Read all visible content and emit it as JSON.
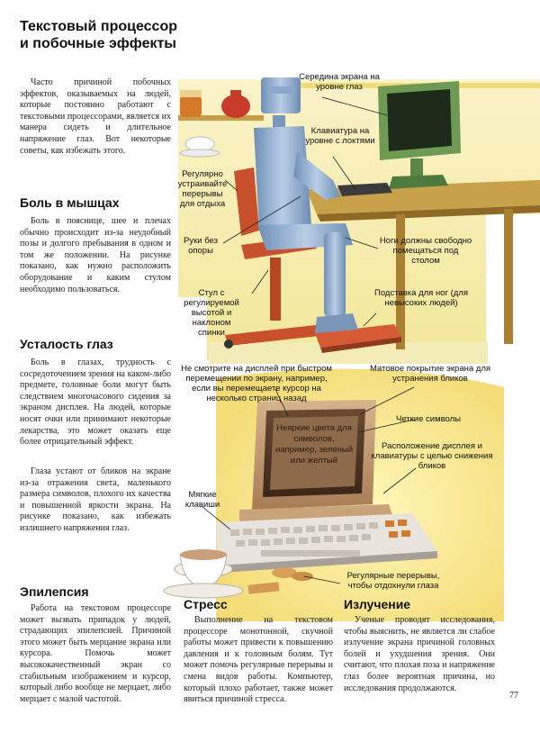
{
  "page_number": "77",
  "intro": {
    "title": "Текстовый процессор и побочные эффекты",
    "body": "Часто причиной побочных эффектов, оказываемых на людей, которые постоянно работают с текстовыми процессорами, является их манера сидеть и длительное напряжение глаз. Вот некоторые советы, как избежать этого."
  },
  "muscles": {
    "title": "Боль в мышцах",
    "body": "Боль в пояснице, шее и плечах обычно происходит из-за неудобный позы и долгого пребывания в одном и том же положении. На рисунке показано, как нужно расположить оборудование и каким стулом необходимо пользоваться."
  },
  "eyes": {
    "title": "Усталость глаз",
    "body1": "Боль в глазах, трудность с сосредоточением зрения на каком-либо предмете, головные боли могут быть следствием многочасового сидения за экраном дисплея. На людей, которые носят очки или принимают некоторые лекарства, это может оказать еще более отрицательный эффект.",
    "body2": "Глаза устают от бликов на экране из-за отражения света, маленького размера символов, плохого их качества и повышенной яркости экрана. На рисунке показано, как избежать излишнего напряжения глаз."
  },
  "epilepsy": {
    "title": "Эпилепсия",
    "body": "Работа на текстовом процессоре может вызвать припадок у людей, страдающих эпилепсией. Причиной этого может быть мерцание экрана или курсора. Помочь может высококачественный экран со стабильным изображением и курсор, который либо вообще не мерцает, либо мерцает с малой частотой."
  },
  "stress": {
    "title": "Стресс",
    "body": "Выполнение на текстовом процессоре монотонной, скучной работы может привести к повышению давления и к головным болям. Тут может помочь регулярные перерывы и смена видов работы. Компьютер, который плохо работает, также может явиться причиной стресса."
  },
  "radiation": {
    "title": "Излучение",
    "body": "Ученые проводят исследования, чтобы выяснить, не является ли слабое излучение экрана причиной головных болей и ухудшения зрения. Они считают, что плохая поза и напряжение глаз более вероятная причина, но исследования продолжаются."
  },
  "labels": {
    "screen_mid": "Середина экрана на уровне глаз",
    "keyboard_level": "Клавиатура на уровне с локтями",
    "breaks": "Регулярно устраивайте перерывы для отдыха",
    "arms": "Руки без опоры",
    "legs": "Ноги должны свободно помещаться под столом",
    "chair": "Стул с регулируемой высотой и наклоном спинки",
    "footrest": "Подставка для ног (для невысоких людей)",
    "dont_look": "Не смотрите на дисплей при быстром перемещении по экрану, например, если вы перемещаете курсор на несколько страниц назад",
    "matte": "Матовое покрытие экрана для устранения бликов",
    "sharp": "Четкие символы",
    "placement": "Расположение дисплея и клавиатуры с целью снижения бликов",
    "soft_keys": "Мягкие клавиши",
    "regular_breaks": "Регулярные перерывы, чтобы отдохнули глаза"
  },
  "screen_text": "Неяркие цвета для символов, например, зеленый или желтый"
}
